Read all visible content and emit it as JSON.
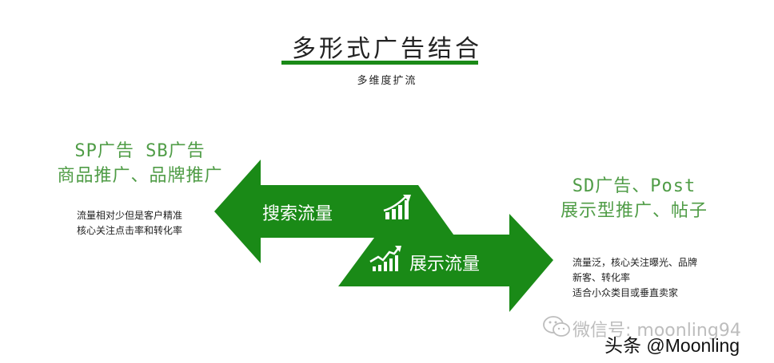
{
  "title": "多形式广告结合",
  "subtitle": "多维度扩流",
  "left": {
    "heading": [
      "SP广告 SB广告",
      "商品推广、品牌推广"
    ],
    "description": [
      "流量相对少但是客户精准",
      "核心关注点击率和转化率"
    ]
  },
  "right": {
    "heading": [
      "SD广告、Post",
      "展示型推广、帖子"
    ],
    "description": [
      "流量泛，核心关注曝光、品牌",
      "新客、转化率",
      "适合小众类目或垂直卖家"
    ]
  },
  "arrows": {
    "search": "搜索流量",
    "display": "展示流量"
  },
  "colors": {
    "arrow": "#1a8a17",
    "accent_text": "#4f9c46"
  },
  "icons": {
    "search": "growth-chart-icon",
    "display": "trend-chart-icon"
  },
  "watermark": {
    "wechat": "微信号: moonling94",
    "source": "头条 @Moonling"
  }
}
